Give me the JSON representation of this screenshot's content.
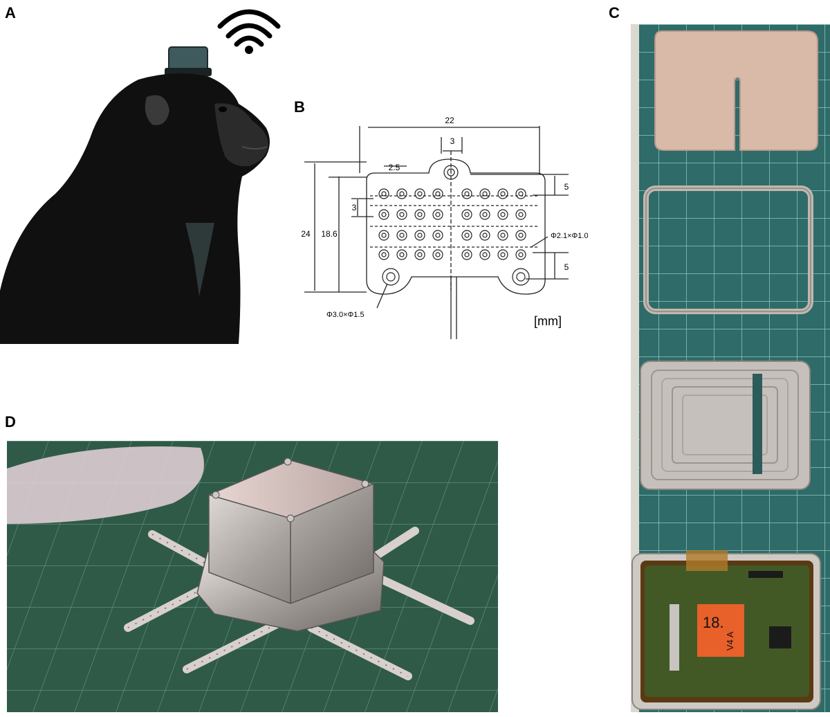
{
  "panels": {
    "a": {
      "letter": "A"
    },
    "b": {
      "letter": "B",
      "dims": {
        "width": "22",
        "top_pitch": "3",
        "col_pitch": "2.5",
        "row_pitch": "3",
        "height_total": "24",
        "height_inner": "18.6",
        "top_offset": "5",
        "bottom_offset": "5",
        "hole_small": "Φ2.1×Φ1.0",
        "hole_large": "Φ3.0×Φ1.5",
        "unit": "[mm]"
      }
    },
    "c": {
      "letter": "C",
      "label_tag": "18.",
      "label_tag2": "V4 A"
    },
    "d": {
      "letter": "D"
    }
  },
  "colors": {
    "silhouette": "#101010",
    "device_cap": "#3f5a5c",
    "cutting_mat": "#2f6b68",
    "cutting_mat_dark": "#244e4c",
    "grid_line": "#8fc7c4",
    "metal": "#c9c4c0"
  },
  "icons": [
    "wifi-icon",
    "monkey-silhouette",
    "electrode-drawing",
    "shield-plate",
    "shield-frame",
    "shield-lid",
    "circuit-board",
    "device-photo"
  ]
}
